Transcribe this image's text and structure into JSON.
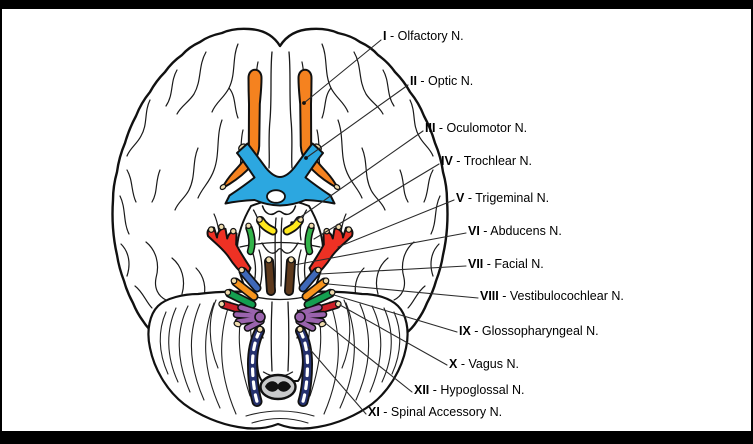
{
  "colors": {
    "background": "#FFFFFF",
    "frame": "#000000",
    "line_work": "#111111",
    "nerve_stump_beige": "#F0DCAE",
    "spinal_cord_gray": "#C9CACB"
  },
  "nerves": [
    {
      "numeral": "I",
      "name": "Olfactory N.",
      "suffix": " - Olfactory N.",
      "color": "#F5821F"
    },
    {
      "numeral": "II",
      "name": "Optic N.",
      "suffix": " - Optic N.",
      "color": "#2CA7E0"
    },
    {
      "numeral": "III",
      "name": "Oculomotor N.",
      "suffix": " - Oculomotor N.",
      "color": "#FFE81C"
    },
    {
      "numeral": "IV",
      "name": "Trochlear N.",
      "suffix": " - Trochlear N.",
      "color": "#33B44A"
    },
    {
      "numeral": "V",
      "name": "Trigeminal N.",
      "suffix": " - Trigeminal N.",
      "color": "#EE3124"
    },
    {
      "numeral": "VI",
      "name": "Abducens N.",
      "suffix": " - Abducens N.",
      "color": "#5E3A1D"
    },
    {
      "numeral": "VII",
      "name": "Facial N.",
      "suffix": " - Facial N.",
      "color": "#3E68B8"
    },
    {
      "numeral": "VIII",
      "name": "Vestibulocochlear N.",
      "suffix": " - Vestibulocochlear N.",
      "color": "#F7941E"
    },
    {
      "numeral": "IX",
      "name": "Glossopharyngeal N.",
      "suffix": " - Glossopharyngeal N.",
      "color": "#149E50"
    },
    {
      "numeral": "X",
      "name": "Vagus N.",
      "suffix": " - Vagus N.",
      "color": "#CE2027"
    },
    {
      "numeral": "XII",
      "name": "Hypoglossal N.",
      "suffix": " - Hypoglossal N.",
      "color": "#9A63AD"
    },
    {
      "numeral": "XI",
      "name": "Spinal Accessory N.",
      "suffix": " - Spinal Accessory N.",
      "color": "#25316E"
    }
  ]
}
